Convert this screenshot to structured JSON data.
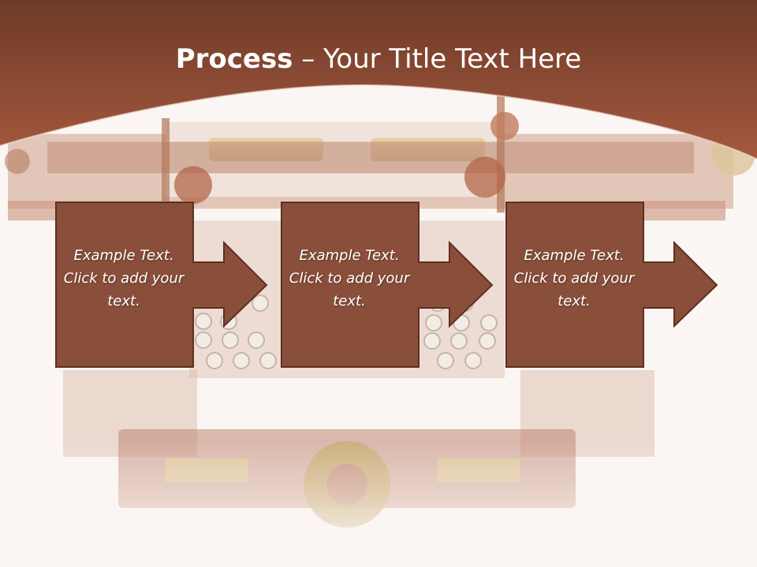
{
  "slide": {
    "title_bold": "Process",
    "title_rest": " – Your Title Text Here"
  },
  "steps": [
    {
      "text": "Example Text. Click  to add your text."
    },
    {
      "text": "Example Text. Click  to add your text."
    },
    {
      "text": "Example Text. Click  to add your text."
    }
  ],
  "colors": {
    "header": "#8a4a33",
    "box": "#8a4f3b",
    "box_border": "#5f2f20",
    "background": "#fbf6f3"
  },
  "icons": [
    "typewriter-image",
    "gear-icon",
    "arrow-right-icon"
  ]
}
